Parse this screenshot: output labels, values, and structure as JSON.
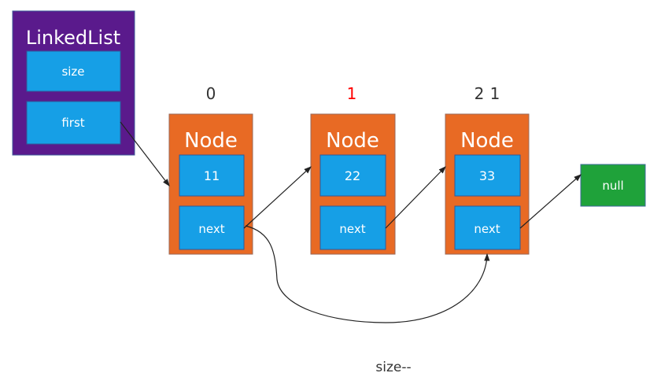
{
  "linked_list": {
    "title": "LinkedList",
    "fields": [
      "size",
      "first"
    ]
  },
  "nodes": [
    {
      "index": "0",
      "index_overlay": "",
      "title": "Node",
      "value": "11",
      "next": "next"
    },
    {
      "index": "1",
      "index_overlay": "",
      "title": "Node",
      "value": "22",
      "next": "next"
    },
    {
      "index": "2",
      "index_overlay": "1",
      "title": "Node",
      "value": "33",
      "next": "next"
    }
  ],
  "null_box": "null",
  "caption": "size--",
  "colors": {
    "linked_list_bg": "#5a1a8c",
    "field_bg": "#169fe6",
    "node_bg": "#e86a24",
    "null_bg": "#1fa23a",
    "highlight_index": "#ff0000"
  }
}
